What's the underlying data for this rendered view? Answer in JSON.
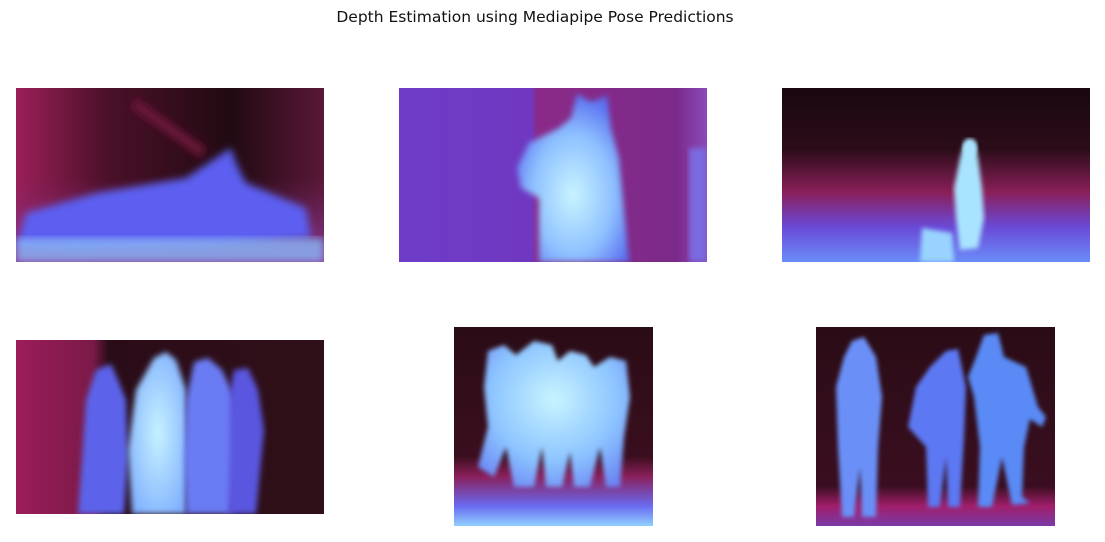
{
  "figure": {
    "title": "Depth Estimation using Mediapipe Pose Predictions"
  },
  "panels": [
    {
      "id": 1,
      "content": "depth map: person lying down"
    },
    {
      "id": 2,
      "content": "depth map: person standing in doorway"
    },
    {
      "id": 3,
      "content": "depth map: distant standing figure"
    },
    {
      "id": 4,
      "content": "depth map: group of four people"
    },
    {
      "id": 5,
      "content": "depth map: group of four people, square crop"
    },
    {
      "id": 6,
      "content": "depth map: three people standing"
    }
  ],
  "colors": {
    "far": "#1e0a12",
    "mid": "#8a1f60",
    "near": "#5a6cf0",
    "nearest": "#a8e8ff"
  }
}
